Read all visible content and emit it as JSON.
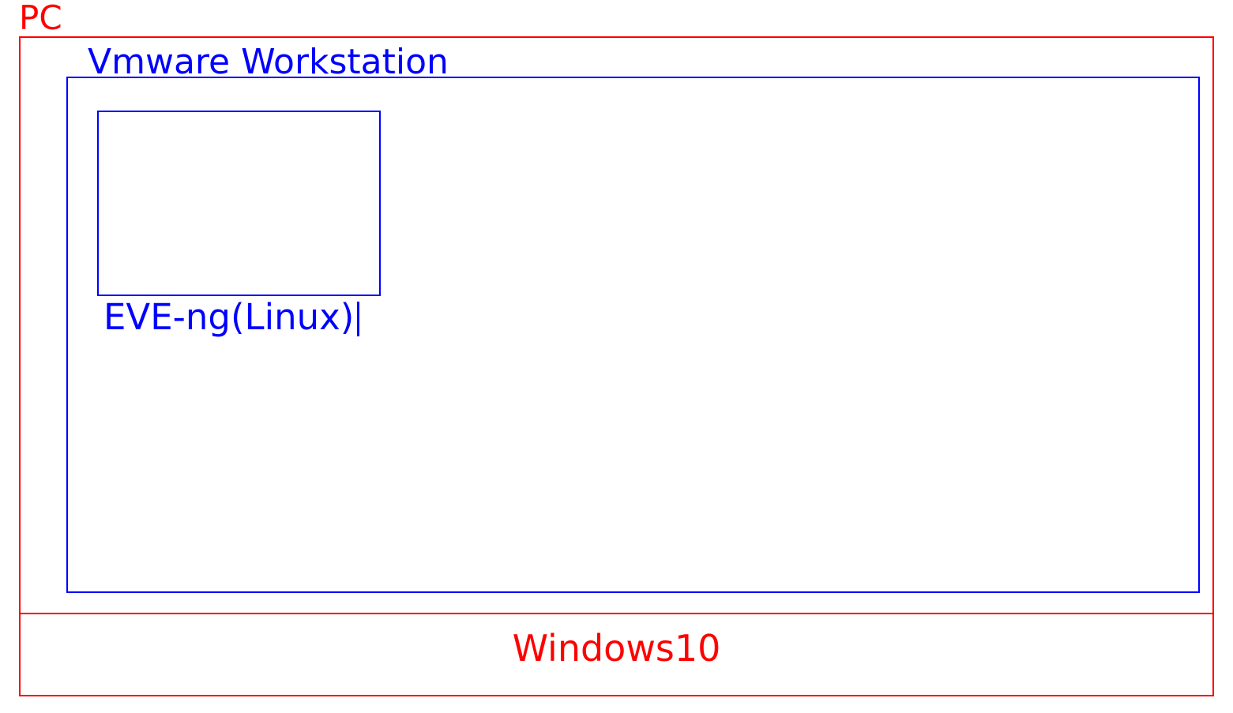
{
  "diagram": {
    "type": "nested-virtualization-stack",
    "colors": {
      "host": "#FF0000",
      "hypervisor": "#0000FF",
      "background": "#FFFFFF"
    },
    "layers": {
      "host": {
        "label": "PC",
        "os_label": "Windows10"
      },
      "hypervisor": {
        "label": "Vmware Workstation"
      },
      "guest": {
        "label": "EVE-ng(Linux)",
        "caret": "|"
      }
    }
  }
}
